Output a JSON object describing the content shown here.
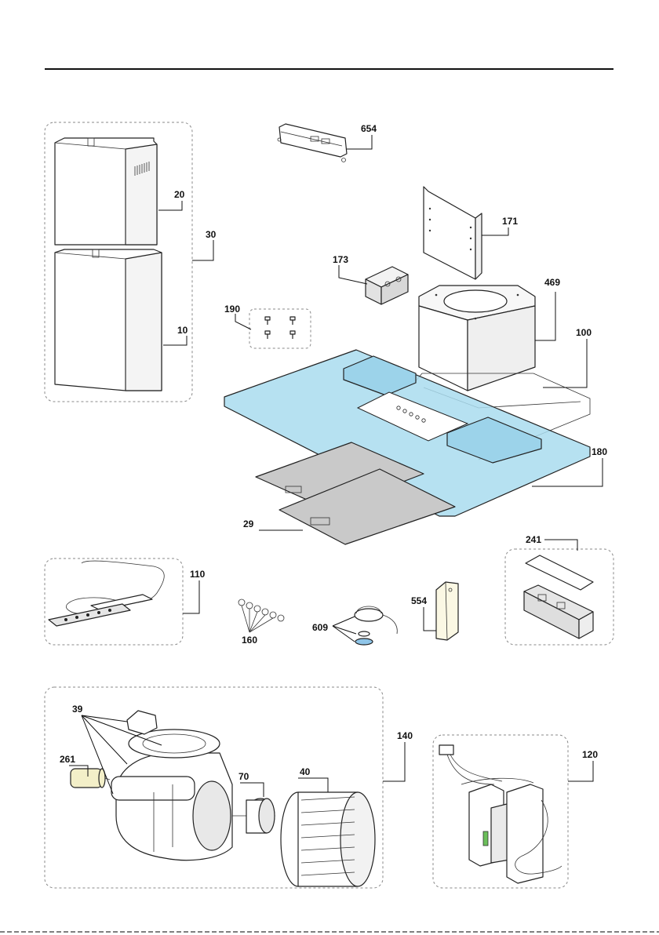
{
  "diagram": {
    "part_labels": {
      "p654": "654",
      "p20": "20",
      "p30": "30",
      "p171": "171",
      "p173": "173",
      "p469": "469",
      "p190": "190",
      "p10": "10",
      "p100": "100",
      "p180": "180",
      "p29": "29",
      "p241": "241",
      "p110": "110",
      "p554": "554",
      "p609": "609",
      "p160": "160",
      "p39": "39",
      "p140": "140",
      "p120": "120",
      "p261": "261",
      "p70": "70",
      "p40": "40"
    },
    "colors": {
      "glass_fill": "#a9dcef",
      "glass_stroke": "#1a1a1a",
      "filter_fill": "#c9c9c9",
      "capacitor_fill": "#f3efc8",
      "cover_fill": "#fbf8e4",
      "box_fill": "#e6e6e6"
    }
  }
}
